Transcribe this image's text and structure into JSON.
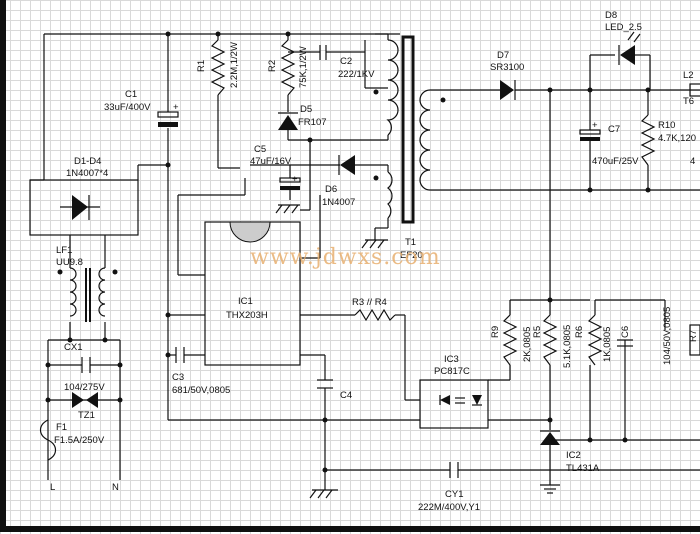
{
  "labels": {
    "D8": "D8",
    "LED": "LED_2.5",
    "D7": "D7",
    "SR3100": "SR3100",
    "L2": "L2",
    "T6": "T6",
    "C1": "C1",
    "C1v": "33uF/400V",
    "R1": "R1",
    "R1v": "2.2M,1/2W",
    "R2": "R2",
    "R2v": "75K,1/2W",
    "C2": "C2",
    "C2v": "222/1KV",
    "D5": "D5",
    "D5v": "FR107",
    "C5": "C5",
    "C5v": "47uF/16V",
    "D6": "D6",
    "D6v": "1N4007",
    "T1": "T1",
    "EF20": "EF20",
    "C7": "C7",
    "C7v": "470uF/25V",
    "R10": "R10",
    "R10v": "4.7K,120",
    "four": "4",
    "D1D4": "D1-D4",
    "D1D4v": "1N4007*4",
    "LF1": "LF1",
    "UU98": "UU9.8",
    "IC1": "IC1",
    "IC1v": "THX203H",
    "R3R4": "R3 // R4",
    "R9": "R9",
    "R9v": "2K,0805",
    "R5": "R5",
    "R5v": "5.1K,0805",
    "R6": "R6",
    "R6v": "1K,0805",
    "C6": "C6",
    "C6v": "104/50V,0805",
    "R7": "R7",
    "CX1": "CX1",
    "CX1v": "104/275V",
    "TZ1": "TZ1",
    "F1": "F1",
    "F1v": "F1.5A/250V",
    "L": "L",
    "N": "N",
    "C3": "C3",
    "C3v": "681/50V,0805",
    "C4": "C4",
    "IC3": "IC3",
    "IC3v": "PC817C",
    "IC2": "IC2",
    "IC2v": "TL431A",
    "CY1": "CY1",
    "CY1v": "222M/400V,Y1",
    "plus": "+"
  },
  "watermark": "www.jdwxs.com"
}
